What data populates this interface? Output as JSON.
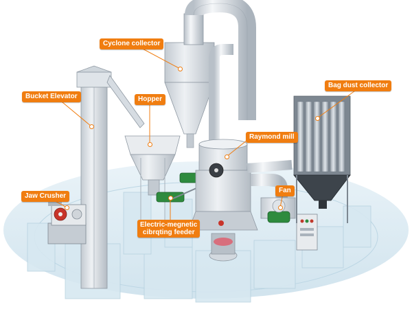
{
  "colors": {
    "callout_bg": "#f07d10",
    "callout_text": "#ffffff",
    "machine_body": "#e4e8ec",
    "machine_shade": "#b9c1c9",
    "ghost_floor": "#cfe4ef",
    "motor_green": "#2e8b3e",
    "cabinet_red": "#c0392b"
  },
  "labels": {
    "cyclone_collector": "Cyclone collector",
    "bucket_elevator": "Bucket Elevator",
    "hopper": "Hopper",
    "bag_dust_collector": "Bag dust collector",
    "raymond_mill": "Raymond mill",
    "jaw_crusher": "Jaw Crusher",
    "fan": "Fan",
    "feeder_line1": "Electric-megnetic",
    "feeder_line2": "cibrqting feeder"
  }
}
